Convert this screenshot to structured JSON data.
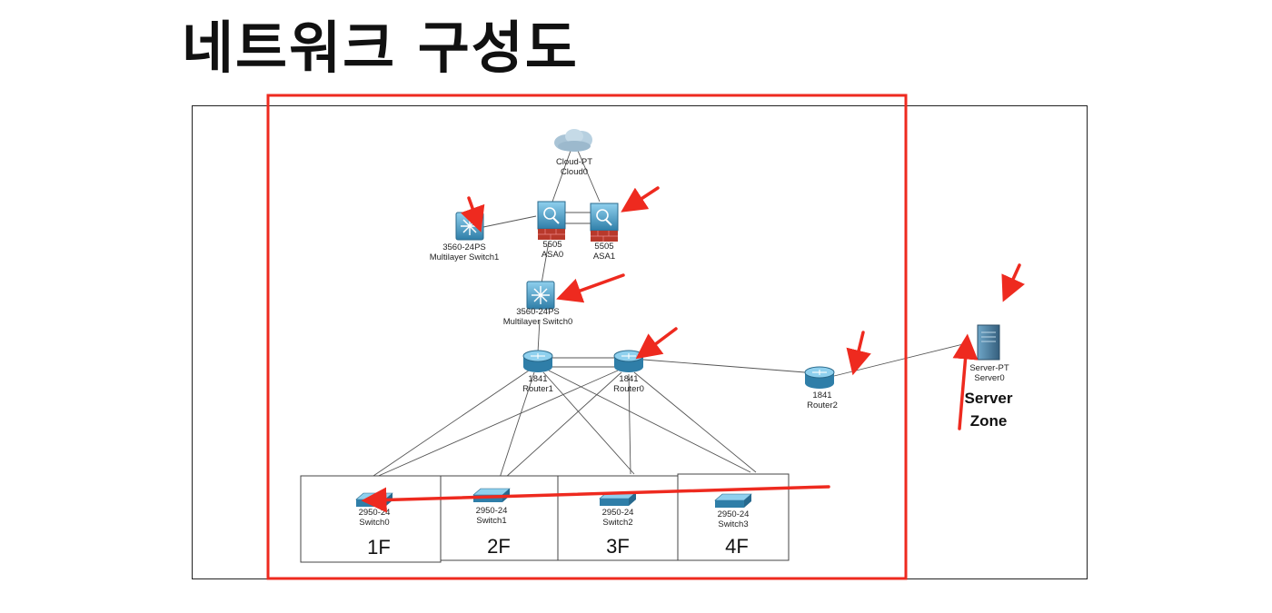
{
  "title": "네트워크 구성도",
  "devices": {
    "cloud0": {
      "model": "Cloud-PT",
      "name": "Cloud0"
    },
    "mlswitch1": {
      "model": "3560-24PS",
      "name": "Multilayer Switch1"
    },
    "asa0": {
      "model": "5505",
      "name": "ASA0"
    },
    "asa1": {
      "model": "5505",
      "name": "ASA1"
    },
    "mlswitch0": {
      "model": "3560-24PS",
      "name": "Multilayer Switch0"
    },
    "router1": {
      "model": "1841",
      "name": "Router1"
    },
    "router0": {
      "model": "1841",
      "name": "Router0"
    },
    "router2": {
      "model": "1841",
      "name": "Router2"
    },
    "server0": {
      "model": "Server-PT",
      "name": "Server0"
    },
    "switch0": {
      "model": "2950-24",
      "name": "Switch0"
    },
    "switch1": {
      "model": "2950-24",
      "name": "Switch1"
    },
    "switch2": {
      "model": "2950-24",
      "name": "Switch2"
    },
    "switch3": {
      "model": "2950-24",
      "name": "Switch3"
    }
  },
  "floors": [
    "1F",
    "2F",
    "3F",
    "4F"
  ],
  "server_zone": {
    "line1": "Server",
    "line2": "Zone"
  },
  "colors": {
    "highlight": "#ee2a1f",
    "device_blue": "#3d8fb8",
    "firewall_red": "#b8392b",
    "link": "#555555"
  }
}
